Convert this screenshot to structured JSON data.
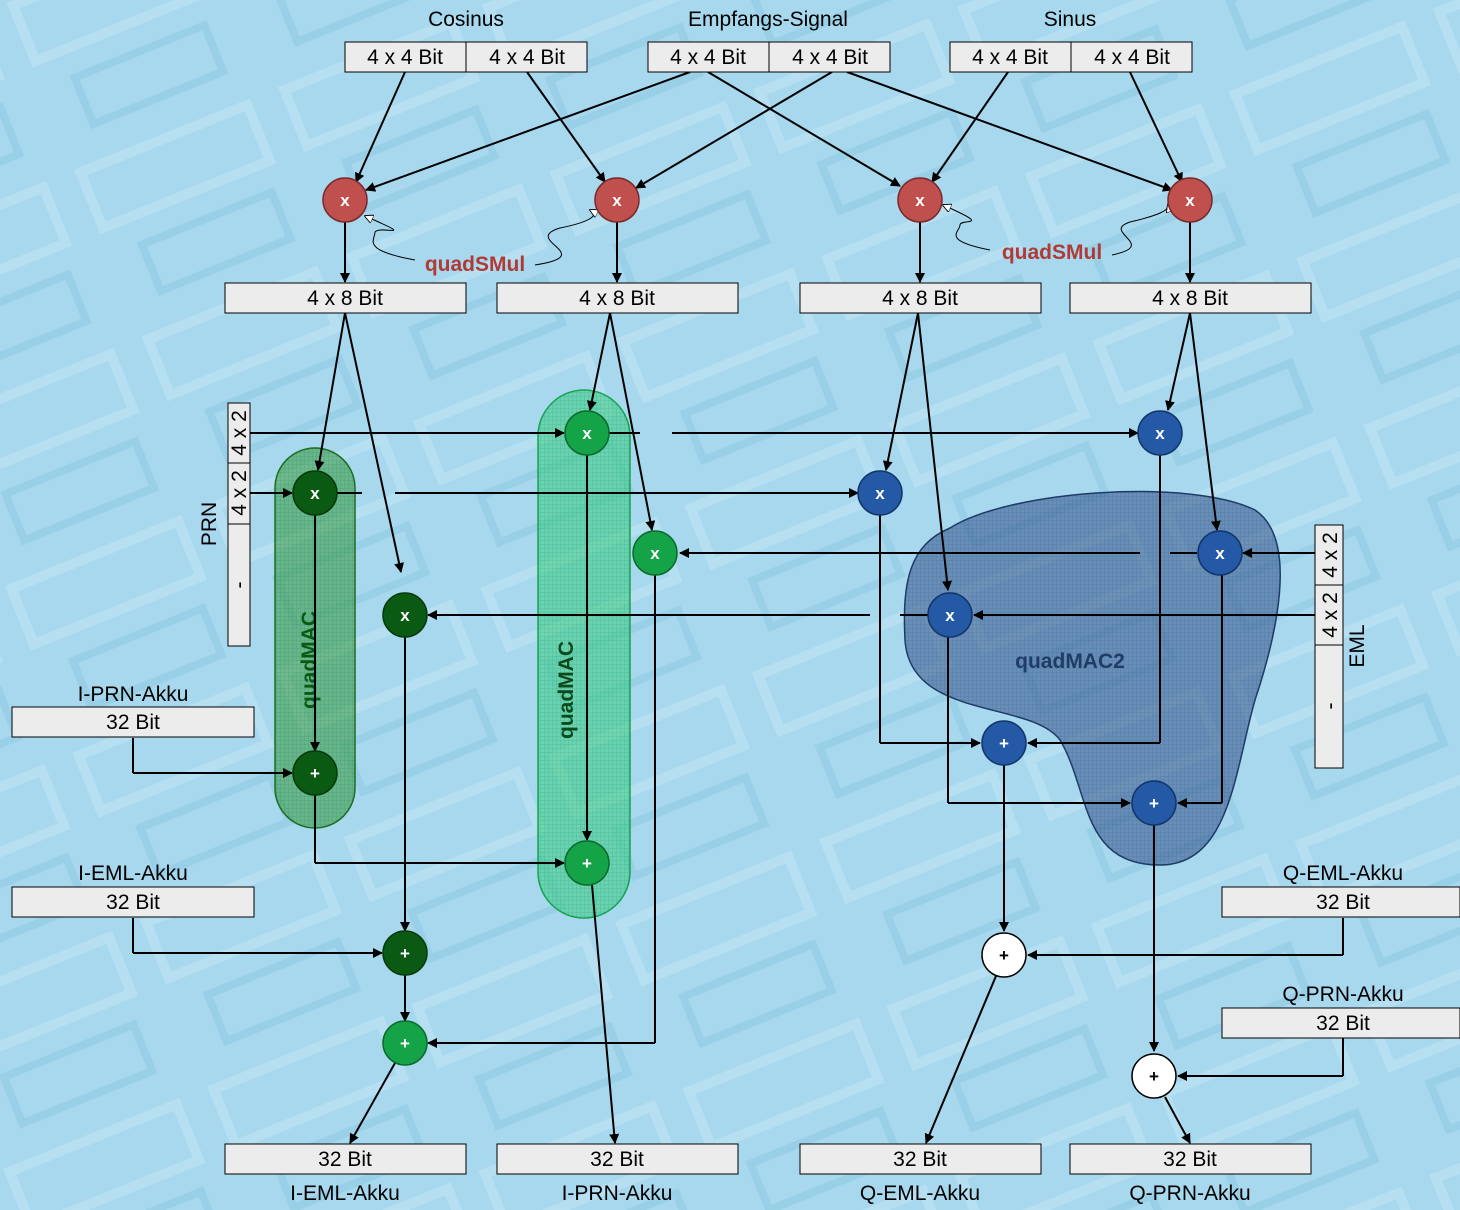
{
  "colors": {
    "background": "#a7d8ee",
    "multiplier_red": "#c0504d",
    "mac_dark_green": "#0b5a14",
    "mac_green": "#14a447",
    "mac2_blue": "#2459a6",
    "register_fill": "#ececec"
  },
  "inputs": {
    "cosinus": {
      "label": "Cosinus",
      "cells": [
        "4 x 4 Bit",
        "4 x 4 Bit"
      ]
    },
    "empfang": {
      "label": "Empfangs-Signal",
      "cells": [
        "4 x 4 Bit",
        "4 x 4 Bit"
      ]
    },
    "sinus": {
      "label": "Sinus",
      "cells": [
        "4 x 4 Bit",
        "4 x 4 Bit"
      ]
    }
  },
  "product_registers": [
    "4 x 8 Bit",
    "4 x 8 Bit",
    "4 x 8 Bit",
    "4 x 8 Bit"
  ],
  "groups": {
    "quadsmul": "quadSMul",
    "quadmac": "quadMAC",
    "quadmac2": "quadMAC2"
  },
  "prn": {
    "label": "PRN",
    "cells": [
      "4 x 2",
      "4 x 2",
      "-"
    ]
  },
  "eml": {
    "label": "EML",
    "cells": [
      "4 x 2",
      "4 x 2",
      "-"
    ]
  },
  "accumulators_in": {
    "i_prn": {
      "label": "I-PRN-Akku",
      "value": "32 Bit"
    },
    "i_eml": {
      "label": "I-EML-Akku",
      "value": "32 Bit"
    },
    "q_eml": {
      "label": "Q-EML-Akku",
      "value": "32 Bit"
    },
    "q_prn": {
      "label": "Q-PRN-Akku",
      "value": "32 Bit"
    }
  },
  "accumulators_out": [
    {
      "label": "I-EML-Akku",
      "value": "32 Bit"
    },
    {
      "label": "I-PRN-Akku",
      "value": "32 Bit"
    },
    {
      "label": "Q-EML-Akku",
      "value": "32 Bit"
    },
    {
      "label": "Q-PRN-Akku",
      "value": "32 Bit"
    }
  ],
  "operators": {
    "multiply": "x",
    "add": "+"
  }
}
